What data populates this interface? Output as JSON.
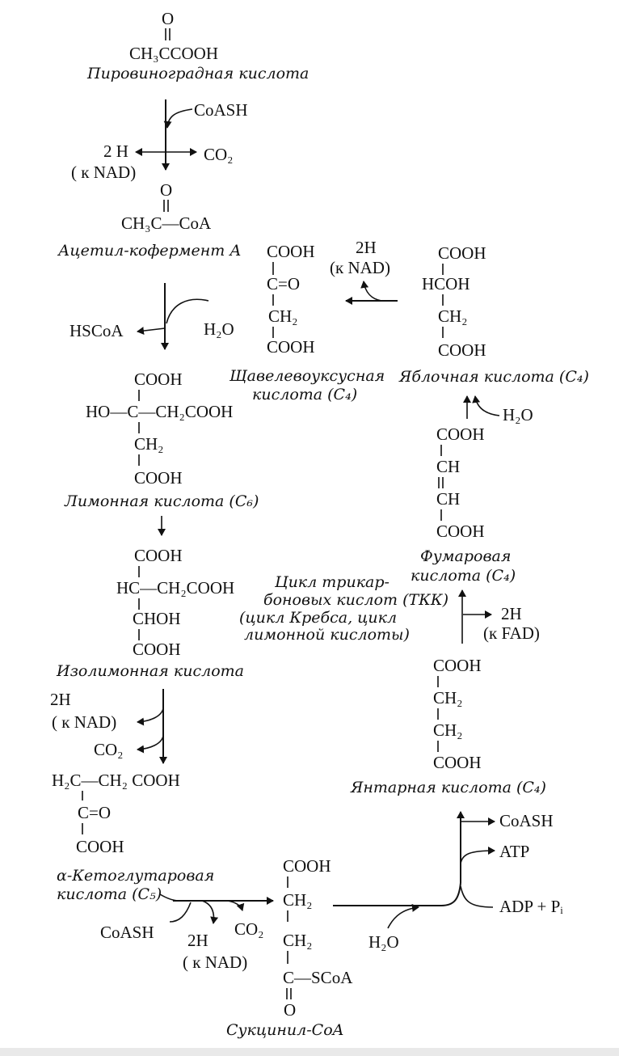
{
  "pyruvate": {
    "formula": "CH₃CCOOH",
    "o": "O",
    "label": "Пировиноградная кислота"
  },
  "step1": {
    "coash": "CoASH",
    "h2": "2 H",
    "nad": "( к NAD)",
    "co2": "CO₂"
  },
  "acetyl": {
    "formula": "CH₃C—CoA",
    "o": "O",
    "label": "Ацетил-кофермент А"
  },
  "oxaloacetate": {
    "c1": "COOH",
    "c2": "C=O",
    "c3": "CH₂",
    "c4": "COOH",
    "label1": "Щавелевоуксусная",
    "label2": "кислота (C₄)"
  },
  "step_malate": {
    "h2": "2H",
    "nad": "(к NAD)"
  },
  "malate": {
    "c1": "COOH",
    "c2": "HCOH",
    "c3": "CH₂",
    "c4": "COOH",
    "label": "Яблочная кислота (C₄)"
  },
  "step_citrate": {
    "hscoa": "HSCoA",
    "h2o": "H₂O"
  },
  "citrate": {
    "c1": "COOH",
    "c2": "HO—C—CH₂COOH",
    "c3": "CH₂",
    "c4": "COOH",
    "label": "Лимонная кислота (C₆)"
  },
  "step_fumarate": {
    "h2o": "H₂O"
  },
  "fumarate": {
    "c1": "COOH",
    "c2": "CH",
    "c3": "CH",
    "c4": "COOH",
    "label1": "Фумаровая",
    "label2": "кислота (C₄)"
  },
  "isocitrate": {
    "c1": "COOH",
    "c2": "HC—CH₂COOH",
    "c3": "CHOH",
    "c4": "COOH",
    "label": "Изолимонная кислота"
  },
  "cycle": {
    "l1": "Цикл трикар-",
    "l2": "боновых кислот (ТКК)",
    "l3": "(цикл Кребса, цикл",
    "l4": "лимонной кислоты)"
  },
  "step_succinate": {
    "h2": "2H",
    "fad": "(к FAD)"
  },
  "succinate": {
    "c1": "COOH",
    "c2": "CH₂",
    "c3": "CH₂",
    "c4": "COOH",
    "label": "Янтарная кислота (C₄)"
  },
  "step_akg": {
    "h2": "2H",
    "nad": "( к NAD)",
    "co2": "CO₂"
  },
  "akg": {
    "c1": "H₂C—CH₂ COOH",
    "c2": "C=O",
    "c3": "COOH",
    "label1": "α-Кетоглутаровая",
    "label2": "кислота (C₅)"
  },
  "step_sucoa": {
    "coash": "CoASH",
    "h2": "2H",
    "nad": "( к NAD)",
    "co2": "CO₂"
  },
  "succinylcoa": {
    "c1": "COOH",
    "c2": "CH₂",
    "c3": "CH₂",
    "c4": "C—SCoA",
    "c5": "O",
    "label": "Сукцинил-CoA"
  },
  "step_final": {
    "coash": "CoASH",
    "atp": "ATP",
    "adp": "ADP + Pᵢ",
    "h2o": "H₂O"
  }
}
